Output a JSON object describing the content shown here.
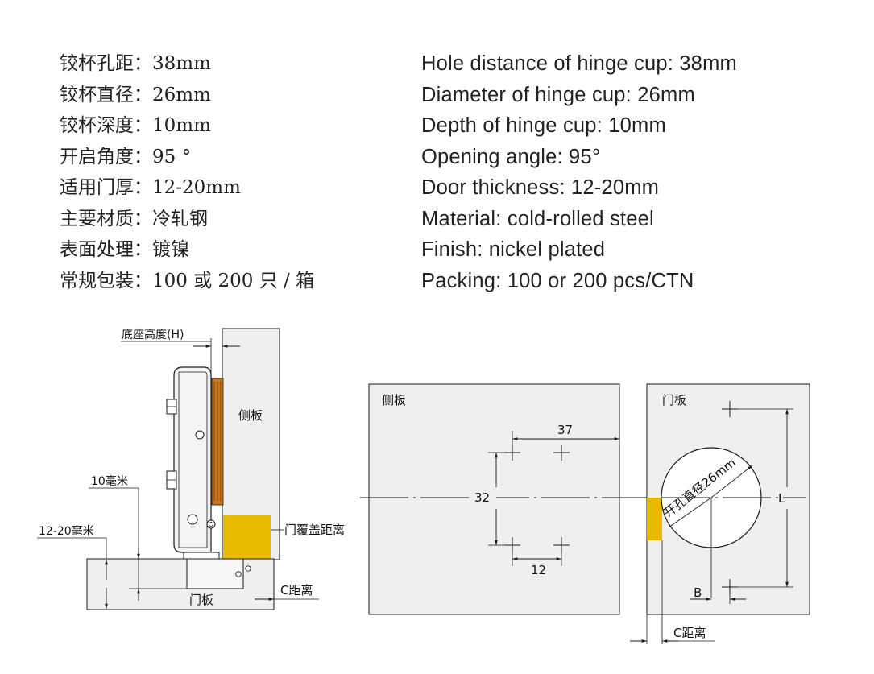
{
  "specs_cn": [
    "铰杯孔距：38mm",
    "铰杯直径：26mm",
    "铰杯深度：10mm",
    "开启角度：95 °",
    "适用门厚：12-20mm",
    "主要材质：冷轧钢",
    "表面处理：镀镍",
    "常规包装：100 或 200 只 / 箱"
  ],
  "specs_en": [
    "Hole distance of hinge cup: 38mm",
    "Diameter of  hinge cup: 26mm",
    "Depth of hinge cup: 10mm",
    "Opening angle: 95°",
    "Door thickness: 12-20mm",
    "Material: cold-rolled steel",
    "Finish: nickel plated",
    "Packing: 100 or 200 pcs/CTN"
  ],
  "side_view": {
    "base_height_label": "底座高度(H)",
    "side_panel_label": "侧板",
    "cup_depth_label": "10毫米",
    "door_thickness_label": "12-20毫米",
    "overlay_label": "门覆盖距离",
    "door_label": "门板",
    "c_distance_label": "C距离"
  },
  "side_panel_view": {
    "title": "侧板",
    "dim_37": "37",
    "dim_32": "32",
    "dim_12": "12"
  },
  "door_view": {
    "title": "门板",
    "hole_label": "开孔直径26mm",
    "l_label": "L",
    "b_label": "B",
    "c_distance_label": "C距离"
  },
  "colors": {
    "panel_fill": "#efefef",
    "overlay_yellow": "#e9b800",
    "wood_orange": "#c8761e",
    "line": "#1a1a1a"
  }
}
